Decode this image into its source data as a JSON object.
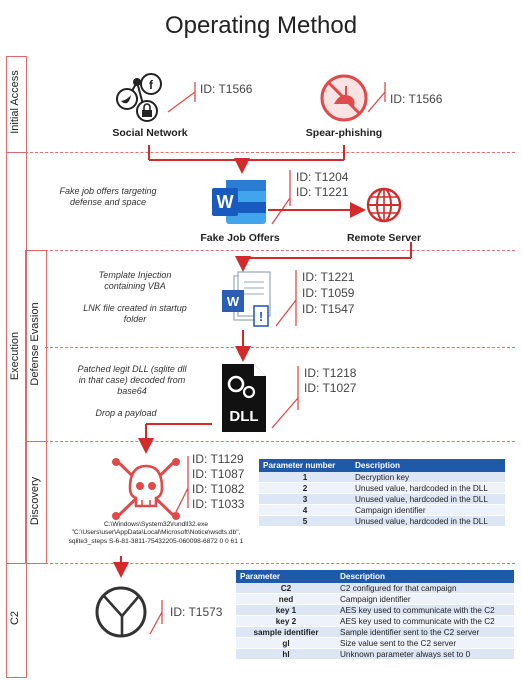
{
  "title": "Operating Method",
  "phases": {
    "initial_access": "Initial Access",
    "execution": "Execution",
    "defense_evasion": "Defense Evasion",
    "discovery": "Discovery",
    "c2": "C2"
  },
  "initial_access": {
    "social": {
      "label": "Social Network",
      "id": "ID: T1566",
      "icon": "social-network-icon"
    },
    "spear": {
      "label": "Spear-phishing",
      "id": "ID: T1566",
      "icon": "phishing-hook-icon"
    }
  },
  "execution": {
    "note": "Fake job offers targeting defense and space",
    "job_label": "Fake Job Offers",
    "server_label": "Remote Server",
    "ids": [
      "ID: T1204",
      "ID: T1221"
    ]
  },
  "defense_evasion": {
    "note1": "Template Injection containing VBA",
    "note2": "LNK file created in startup folder",
    "ids1": [
      "ID: T1221",
      "ID: T1059",
      "ID: T1547"
    ],
    "note3": "Patched legit DLL (sqlite dll in that case) decoded from base64",
    "note4": "Drop a payload",
    "ids2": [
      "ID: T1218",
      "ID: T1027"
    ],
    "dll_text": "DLL"
  },
  "discovery": {
    "ids": [
      "ID: T1129",
      "ID: T1087",
      "ID: T1082",
      "ID: T1033"
    ],
    "cmd": [
      "C:\\Windows\\System32\\rundll32.exe",
      "\"C:\\Users\\user\\AppData\\Local\\Microsoft\\Notice\\wsdts.db\",",
      "sqlite3_steps S-6-81-3811-75432205-060098-6872 0 0 61 1"
    ],
    "table": {
      "headers": [
        "Parameter number",
        "Description"
      ],
      "rows": [
        [
          "1",
          "Decryption key"
        ],
        [
          "2",
          "Unused value, hardcoded in the DLL"
        ],
        [
          "3",
          "Unused value, hardcoded in the DLL"
        ],
        [
          "4",
          "Campaign identifier"
        ],
        [
          "5",
          "Unused value, hardcoded in the DLL"
        ]
      ]
    }
  },
  "c2": {
    "id": "ID: T1573",
    "table": {
      "headers": [
        "Parameter",
        "Description"
      ],
      "rows": [
        [
          "C2",
          "C2 configured for that campaign"
        ],
        [
          "ned",
          "Campaign identifier"
        ],
        [
          "key 1",
          "AES key used to communicate with the C2"
        ],
        [
          "key 2",
          "AES key used to communicate with the C2"
        ],
        [
          "sample identifier",
          "Sample identifier sent to the C2 server"
        ],
        [
          "gl",
          "Size value sent to the C2 server"
        ],
        [
          "hl",
          "Unknown parameter always set to 0"
        ]
      ]
    }
  },
  "colors": {
    "accent": "#e04a4a",
    "table_header": "#1f5aa8",
    "word_blue": "#2b5fb4"
  }
}
